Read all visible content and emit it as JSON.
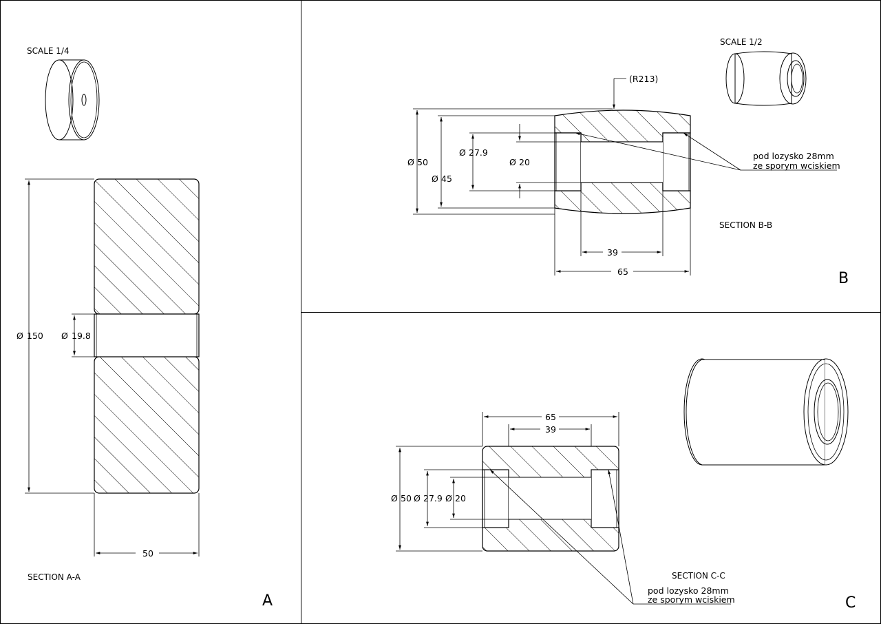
{
  "panels": {
    "a": {
      "letter": "A",
      "scale": "SCALE 1/4",
      "section": "SECTION A-A",
      "dims": {
        "outer_dia": "150",
        "bore_dia": "19.8",
        "width": "50"
      }
    },
    "b": {
      "letter": "B",
      "scale": "SCALE 1/2",
      "section": "SECTION B-B",
      "radius": "(R213)",
      "dims": {
        "d50": "50",
        "d45": "45",
        "d27": "27.9",
        "d20": "20",
        "len39": "39",
        "len65": "65"
      },
      "note_line1": "pod lozysko 28mm",
      "note_line2": "ze sporym wciskiem"
    },
    "c": {
      "letter": "C",
      "section": "SECTION C-C",
      "dims": {
        "d50": "50",
        "d27": "27.9",
        "d20": "20",
        "len39": "39",
        "len65": "65"
      },
      "note_line1": "pod lozysko 28mm",
      "note_line2": "ze sporym wciskiem"
    }
  },
  "symbols": {
    "diameter": "Ø"
  }
}
